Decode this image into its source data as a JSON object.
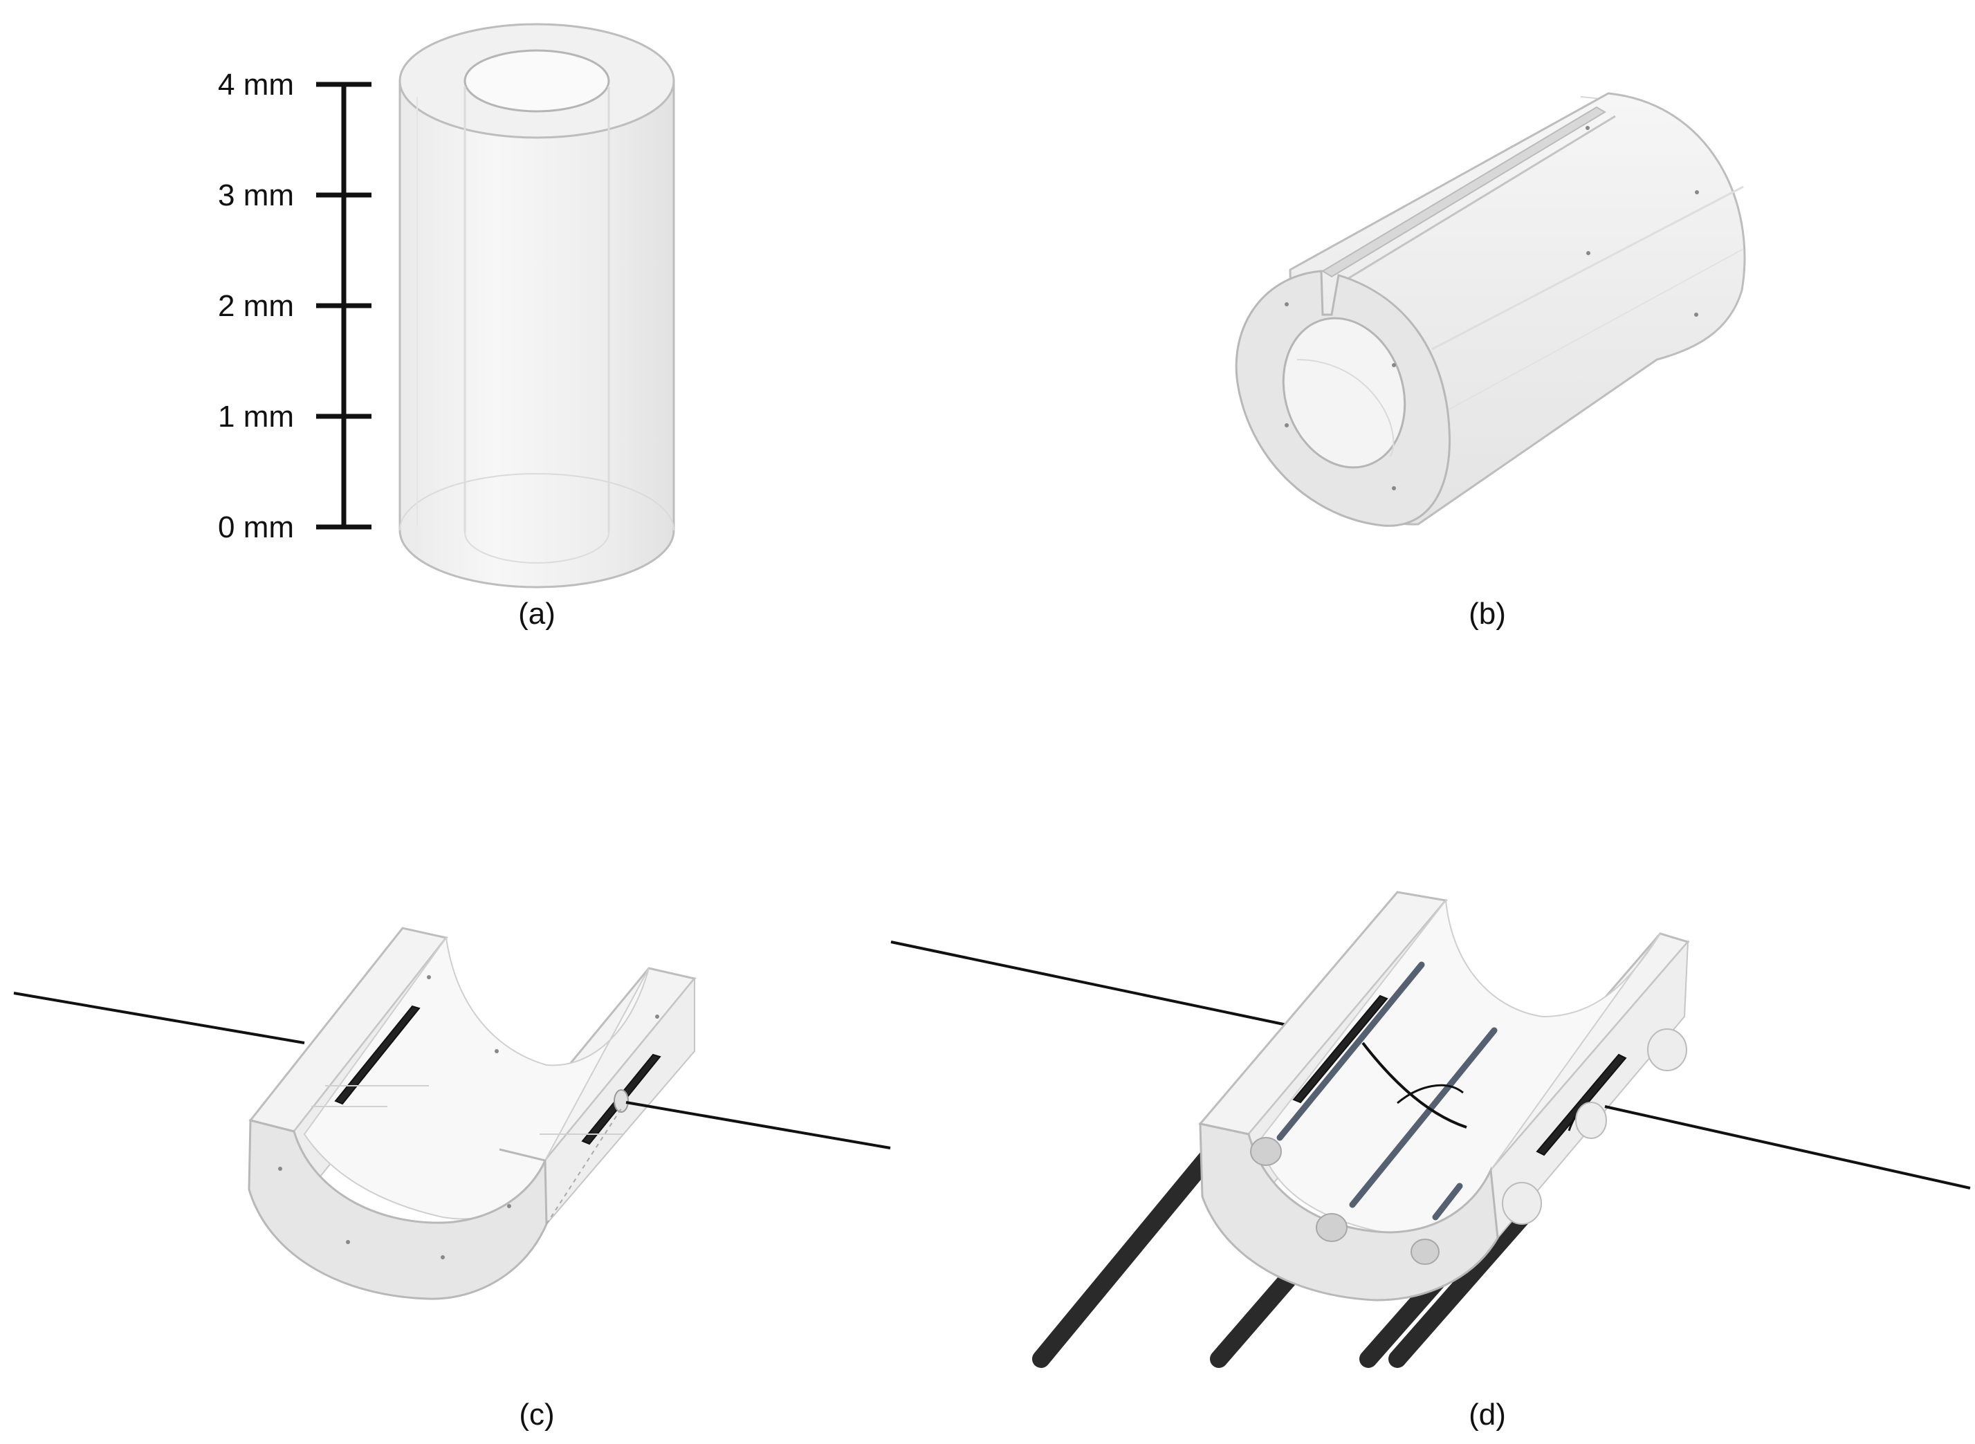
{
  "scale_bar": {
    "ticks": [
      "4 mm",
      "3 mm",
      "2 mm",
      "1 mm",
      "0 mm"
    ]
  },
  "panels": {
    "a": {
      "caption": "(a)"
    },
    "b": {
      "caption": "(b)"
    },
    "c": {
      "caption": "(c)"
    },
    "d": {
      "caption": "(d)"
    }
  },
  "colors": {
    "part_fill": "#eeeeee",
    "part_face": "#e2e2e2",
    "part_edge": "#b8b8b8",
    "wire": "#111111",
    "cable": "#2a2a2a",
    "electrode": "#556070"
  }
}
